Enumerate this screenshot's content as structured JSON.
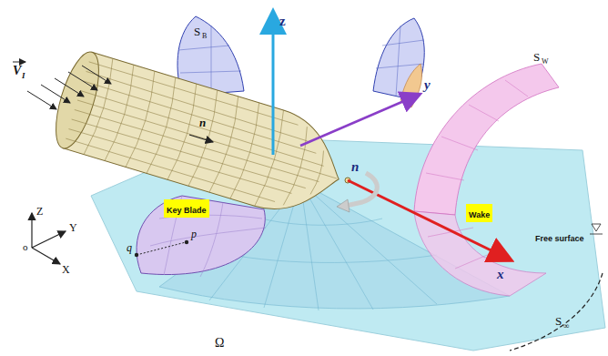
{
  "diagram": {
    "nodes": [
      {
        "text": [
          "Key Blade"
        ]
      },
      {
        "text": [
          "Wake"
        ]
      }
    ],
    "labels": [
      "z",
      "y",
      "x",
      "n",
      "n",
      "S",
      "B",
      "S",
      "W",
      "V",
      "I",
      "Z",
      "Y",
      "X",
      "o",
      "q",
      "p",
      "Free surface",
      "Ω",
      "S",
      "∞"
    ]
  }
}
